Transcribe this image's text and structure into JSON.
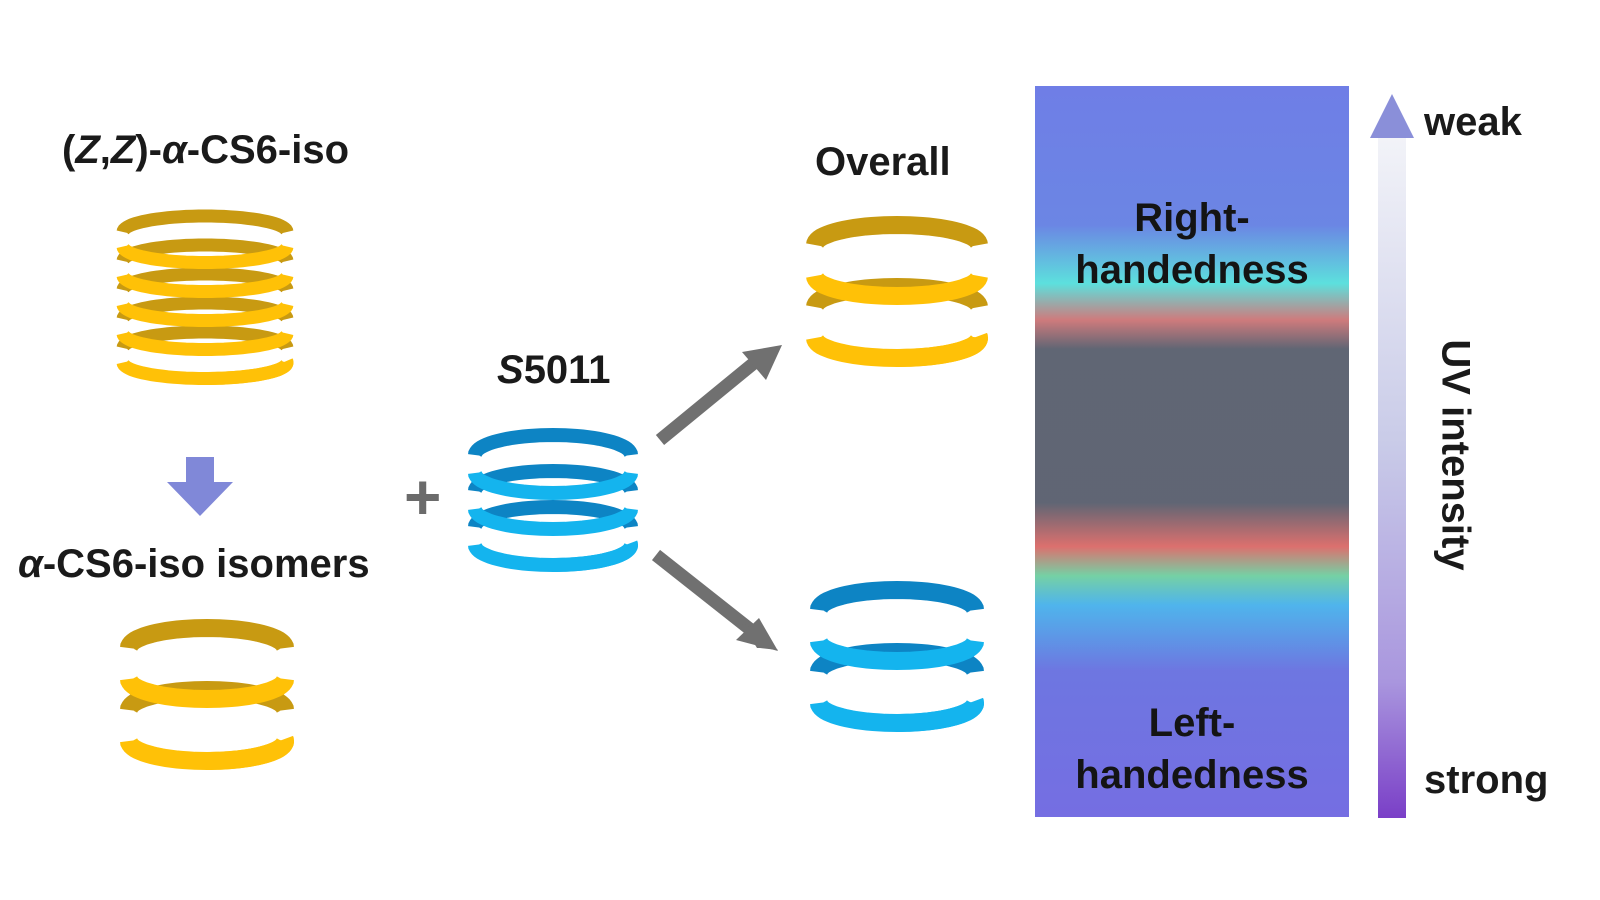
{
  "labels": {
    "zz_part1": "(",
    "zz_z1": "Z",
    "zz_comma": ",",
    "zz_z2": "Z",
    "zz_part2": ")-",
    "zz_alpha": "α",
    "zz_rest": "-CS6-iso",
    "iso_alpha": "α",
    "iso_rest": "-CS6-iso isomers",
    "s_italic": "S",
    "s_rest": "5011",
    "plus": "+",
    "overall": "Overall"
  },
  "film": {
    "top_line1": "Right-",
    "top_line2": "handedness",
    "bottom_line1": "Left-",
    "bottom_line2": "handedness"
  },
  "uv_scale": {
    "weak": "weak",
    "strong": "strong",
    "axis_label": "UV intensity"
  },
  "colors": {
    "gold_front": "#ffc107",
    "gold_back": "#c89a12",
    "blue_front": "#14b4ee",
    "blue_back": "#0d84c4",
    "arrow_gray": "#707070",
    "down_arrow": "#8088d8"
  }
}
